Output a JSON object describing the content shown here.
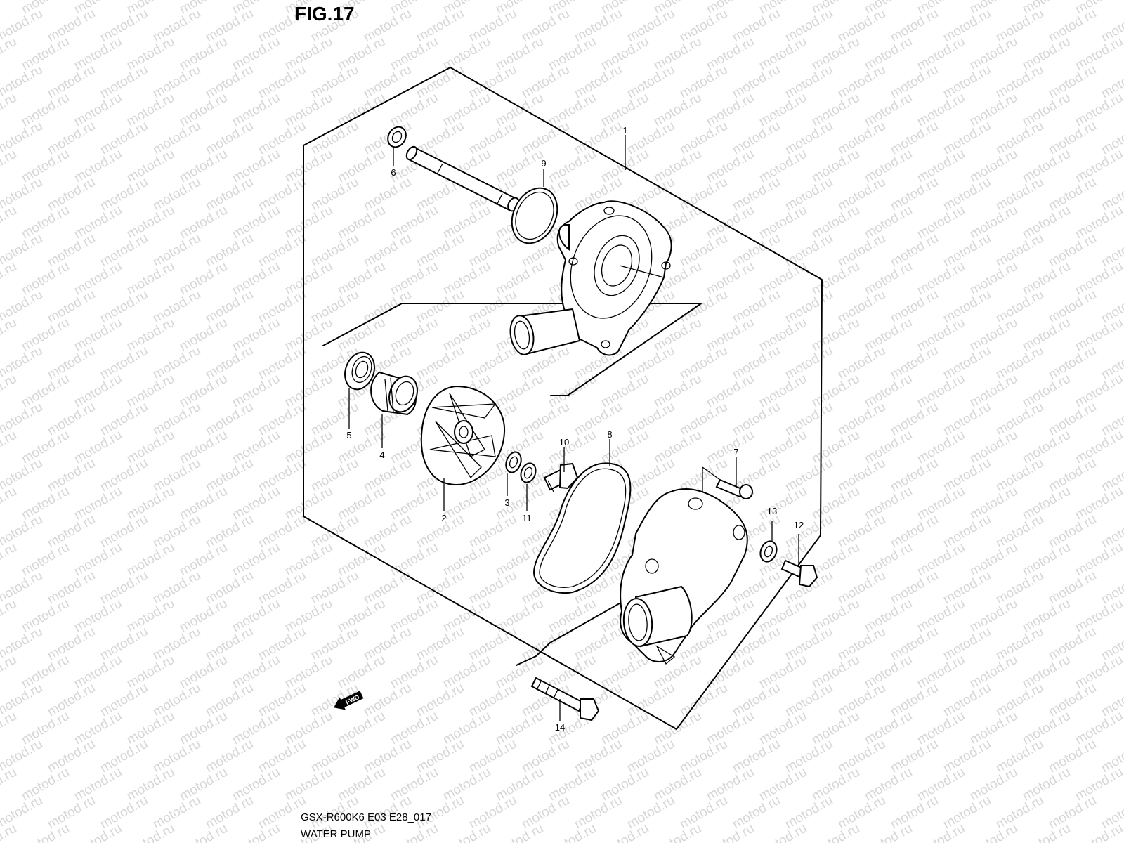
{
  "figure": {
    "title": "FIG.17",
    "model_code": "GSX-R600K6 E03 E28_017",
    "section_name": "WATER PUMP"
  },
  "watermark_text": "motod.ru",
  "direction_arrow": {
    "label": "FWD"
  },
  "callouts": [
    {
      "id": "1",
      "label": "1"
    },
    {
      "id": "2",
      "label": "2"
    },
    {
      "id": "3",
      "label": "3"
    },
    {
      "id": "4",
      "label": "4"
    },
    {
      "id": "5",
      "label": "5"
    },
    {
      "id": "6",
      "label": "6"
    },
    {
      "id": "7",
      "label": "7"
    },
    {
      "id": "8",
      "label": "8"
    },
    {
      "id": "9",
      "label": "9"
    },
    {
      "id": "10",
      "label": "10"
    },
    {
      "id": "11",
      "label": "11"
    },
    {
      "id": "12",
      "label": "12"
    },
    {
      "id": "13",
      "label": "13"
    },
    {
      "id": "14",
      "label": "14"
    }
  ]
}
